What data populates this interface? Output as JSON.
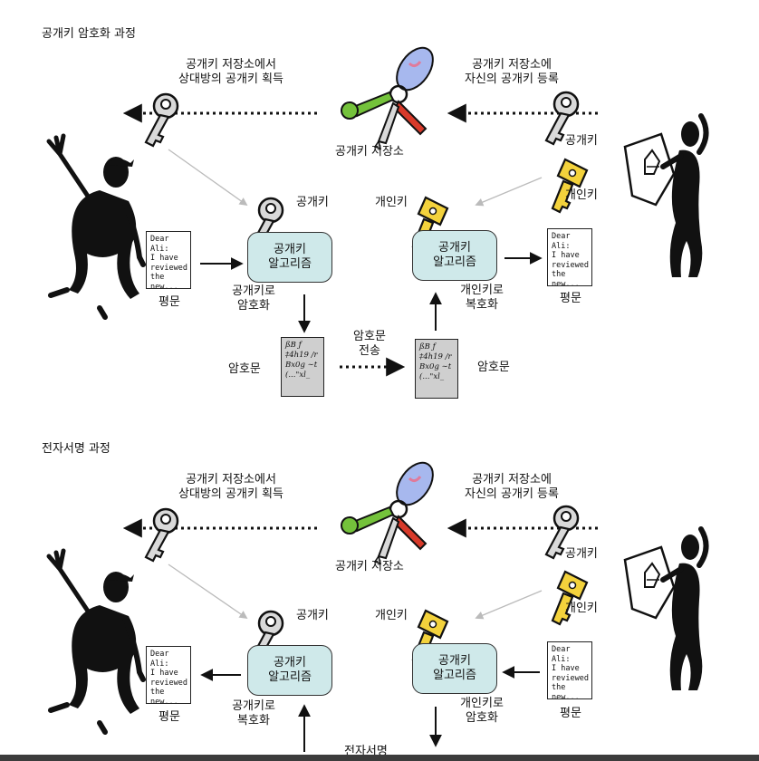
{
  "section1": {
    "title": "공개키 암호화 과정",
    "left_repo_label": [
      "공개키 저장소에서",
      "상대방의 공개키 획득"
    ],
    "right_repo_label": [
      "공개키 저장소에",
      "자신의 공개키 등록"
    ],
    "repo_label": "공개키 저장소",
    "right_pubkey": "공개키",
    "right_privkey": "개인키",
    "pubkey_label": "공개키",
    "privkey_label": "개인키",
    "algo_left": [
      "공개키",
      "알고리즘"
    ],
    "algo_right": [
      "공개키",
      "알고리즘"
    ],
    "left_op": [
      "공개키로",
      "암호화"
    ],
    "right_op": [
      "개인키로",
      "복호화"
    ],
    "plaintext_left": "평문",
    "plaintext_right": "평문",
    "cipher_left": "암호문",
    "cipher_right": "암호문",
    "transfer": [
      "암호문",
      "전송"
    ],
    "doc_text": [
      "Dear Ali:",
      "I have",
      "reviewed",
      "the new..."
    ],
    "cipher_text": [
      "ßB ƒ",
      "‡4h19 /r",
      "Bx0g ∼t",
      "(...\"xl_"
    ]
  },
  "section2": {
    "title": "전자서명 과정",
    "left_repo_label": [
      "공개키 저장소에서",
      "상대방의 공개키 획득"
    ],
    "right_repo_label": [
      "공개키 저장소에",
      "자신의 공개키 등록"
    ],
    "repo_label": "공개키 저장소",
    "right_pubkey": "공개키",
    "right_privkey": "개인키",
    "pubkey_label": "공개키",
    "privkey_label": "개인키",
    "algo_left": [
      "공개키",
      "알고리즘"
    ],
    "algo_right": [
      "공개키",
      "알고리즘"
    ],
    "left_op": [
      "공개키로",
      "복호화"
    ],
    "right_op": [
      "개인키로",
      "암호화"
    ],
    "plaintext_left": "평문",
    "plaintext_right": "평문",
    "bottom_partial": "전자서명",
    "doc_text": [
      "Dear Ali:",
      "I have",
      "reviewed",
      "the new..."
    ]
  },
  "colors": {
    "algo_fill": "#cfe9ea",
    "silver_key": "#d9d9d9",
    "gold_key": "#f3d23c",
    "green_key": "#74c23b",
    "red_key": "#d83a2a",
    "blue_tag": "#a7b8ee",
    "cipher_fill": "#cfcfcf"
  },
  "icons": [
    "silver-key-icon",
    "gold-key-icon",
    "key-ring-icon",
    "person-waving-icon",
    "person-with-sign-icon",
    "document-icon",
    "cipher-document-icon"
  ]
}
